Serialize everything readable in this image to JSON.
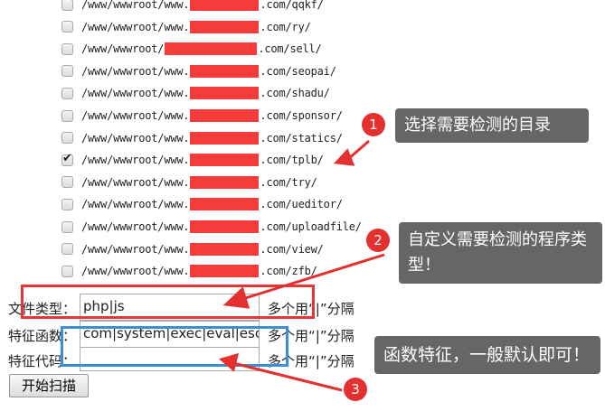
{
  "directories": [
    {
      "prefix": "/www/wwwroot/www.",
      "suffix": ".com/qqkf/",
      "checked": false
    },
    {
      "prefix": "/www/wwwroot/www.",
      "suffix": ".com/ry/",
      "checked": false
    },
    {
      "prefix": "/www/wwwroot/",
      "suffix": ".com/sell/",
      "checked": false
    },
    {
      "prefix": "/www/wwwroot/www.",
      "suffix": ".com/seopai/",
      "checked": false
    },
    {
      "prefix": "/www/wwwroot/www.",
      "suffix": ".com/shadu/",
      "checked": false
    },
    {
      "prefix": "/www/wwwroot/www.",
      "suffix": ".com/sponsor/",
      "checked": false
    },
    {
      "prefix": "/www/wwwroot/www.",
      "suffix": ".com/statics/",
      "checked": false
    },
    {
      "prefix": "/www/wwwroot/www.",
      "suffix": ".com/tplb/",
      "checked": true
    },
    {
      "prefix": "/www/wwwroot/www.",
      "suffix": ".com/try/",
      "checked": false
    },
    {
      "prefix": "/www/wwwroot/www.",
      "suffix": ".com/ueditor/",
      "checked": false
    },
    {
      "prefix": "/www/wwwroot/www.",
      "suffix": ".com/uploadfile/",
      "checked": false
    },
    {
      "prefix": "/www/wwwroot/www.",
      "suffix": ".com/view/",
      "checked": false
    },
    {
      "prefix": "/www/wwwroot/www.",
      "suffix": ".com/zfb/",
      "checked": false
    }
  ],
  "form": {
    "file_type": {
      "label": "文件类型：",
      "value": "php|js",
      "hint": "多个用“|”分隔"
    },
    "func": {
      "label": "特征函数：",
      "value": "com|system|exec|eval|escapeshell",
      "hint": "多个用“|”分隔"
    },
    "code": {
      "label": "特征代码：",
      "value": "",
      "hint": "多个用“|”分隔"
    },
    "submit": "开始扫描"
  },
  "annotations": [
    {
      "num": "1",
      "text": "选择需要检测的目录"
    },
    {
      "num": "2",
      "text": "自定义需要检测的程序类型！"
    },
    {
      "num": "3",
      "text": "函数特征，一般默认即可！"
    }
  ],
  "colors": {
    "annotation_red": "#e53030",
    "highlight_blue": "#3a8fd8",
    "tip_bg": "#666666"
  }
}
